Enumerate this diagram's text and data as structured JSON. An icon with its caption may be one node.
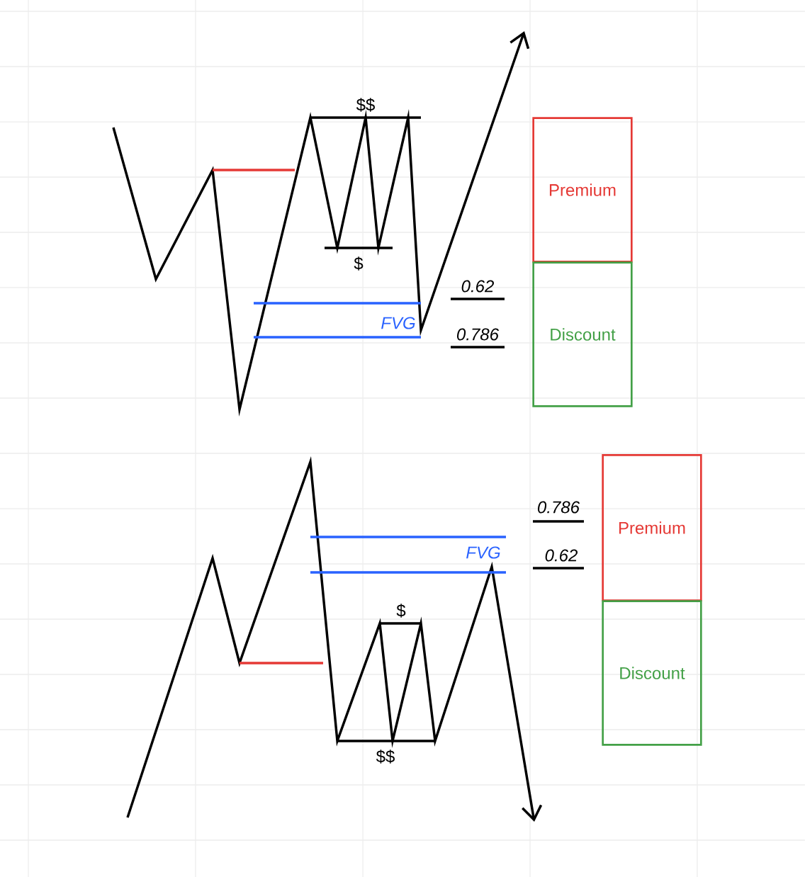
{
  "diagram": {
    "nodes": [
      {
        "text": [
          "Premium"
        ]
      },
      {
        "text": [
          "Discount"
        ]
      },
      {
        "text": [
          "Premium"
        ]
      },
      {
        "text": [
          "Discount"
        ]
      }
    ],
    "labels": [
      "$$",
      "$",
      "0.62",
      "FVG",
      "0.786",
      "0.786",
      "FVG",
      "0.62",
      "$",
      "$$"
    ]
  }
}
